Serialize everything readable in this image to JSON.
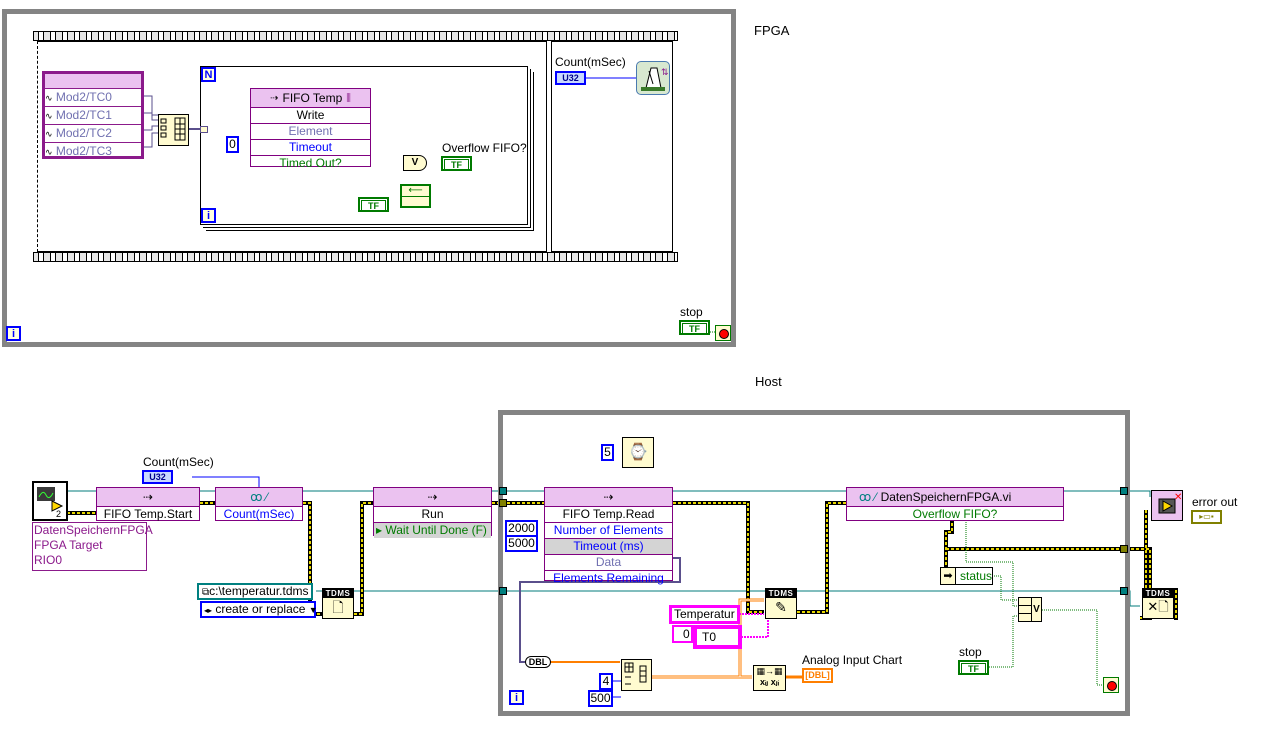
{
  "sections": {
    "fpga_label": "FPGA",
    "host_label": "Host"
  },
  "fpga": {
    "io_nodes": [
      "Mod2/TC0",
      "Mod2/TC1",
      "Mod2/TC2",
      "Mod2/TC3"
    ],
    "for_loop_count_label": "N",
    "iteration_label": "i",
    "fifo_write": {
      "title": "FIFO Temp",
      "method": "Write",
      "inputs": [
        "Element",
        "Timeout"
      ],
      "output": "Timed Out?"
    },
    "timeout_constant": "0",
    "or_symbol": "V",
    "overflow_indicator_label": "Overflow FIFO?",
    "bool_text": "TF",
    "count_label": "Count(mSec)",
    "count_type": "U32",
    "stop_label": "stop"
  },
  "host": {
    "open_ref": {
      "lines": [
        "DatenSpeichernFPGA",
        "FPGA Target",
        "RIO0"
      ],
      "badge": "2"
    },
    "count_label": "Count(mSec)",
    "count_type": "U32",
    "fifo_start": {
      "title": "FIFO Temp.Start"
    },
    "property_node": {
      "row": "Count(mSec)"
    },
    "run_node": {
      "title": "Run",
      "row": "Wait Until Done (F)"
    },
    "tdms_path": "c:\\temperatur.tdms",
    "tdms_operation": "create or replace",
    "tdms_tag": "TDMS",
    "wait_ms": "5",
    "fifo_read": {
      "title": "FIFO Temp.Read",
      "rows": [
        "Number of Elements",
        "Timeout (ms)",
        "Data",
        "Elements Remaining"
      ]
    },
    "number_of_elements": "2000",
    "timeout_ms": "5000",
    "group_name": "Temperatur",
    "channel_index": "0",
    "channel_name": "T0",
    "dbl_type": "DBL",
    "reshape_rows": "4",
    "reshape_cols": "500",
    "chart_label": "Analog Input Chart",
    "readwrite_node": {
      "title": "DatenSpeichernFPGA.vi",
      "row": "Overflow FIFO?"
    },
    "unbundle_item": "status",
    "compound_or_symbol": "V",
    "stop_label": "stop",
    "bool_text": "TF",
    "error_out_label": "error out",
    "iteration_label": "i"
  }
}
